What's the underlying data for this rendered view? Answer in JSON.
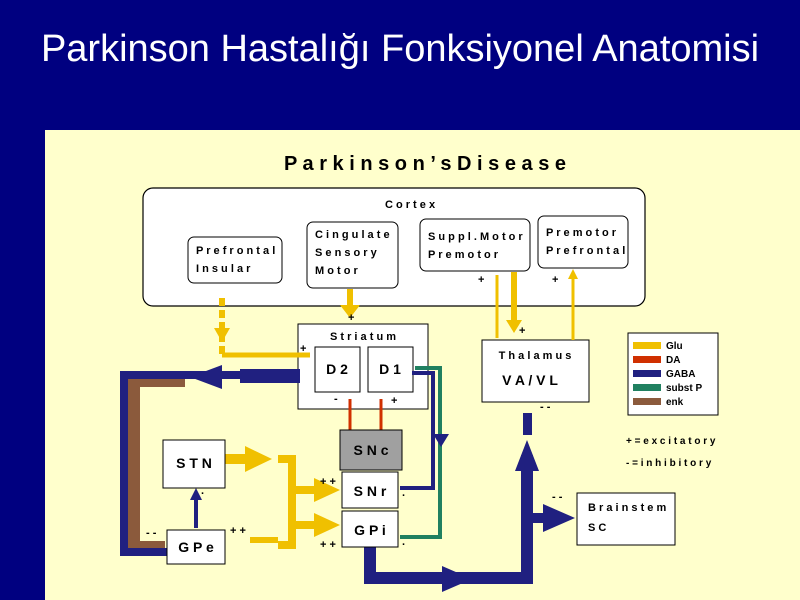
{
  "slide": {
    "title": "Parkinson Hastalığı Fonksiyonel Anatomisi"
  },
  "diagram": {
    "heading": "P a r k i n s o n ’ s   D i s e a s e",
    "cortex": "C o r t e x",
    "prefrontal_1": "P r e f r o n t a l",
    "prefrontal_2": "I n s u l a r",
    "cingulate_1": "C i n g u l a t e",
    "cingulate_2": "S e n s o r y",
    "cingulate_3": "M o t o r",
    "suppl_1": "S u p p l . M o t o r",
    "suppl_2": "P r e m o t o r",
    "premotor_1": "P r e m o t o r",
    "premotor_2": "P r e f r o n t a l",
    "striatum": "S t r i a t u m",
    "d2": "D 2",
    "d1": "D 1",
    "thalamus_1": "T h a l a m u s",
    "thalamus_2": "V A / V L",
    "snc": "S N c",
    "snr": "S N r",
    "gpi": "G P i",
    "stn": "S T N",
    "gpe": "G P e",
    "brainstem_1": "B r a i n s t e m",
    "brainstem_2": "S C",
    "legend": [
      {
        "label": "Glu",
        "color": "#f0c000"
      },
      {
        "label": "DA",
        "color": "#d03000"
      },
      {
        "label": "GABA",
        "color": "#202080"
      },
      {
        "label": "subst P",
        "color": "#208060"
      },
      {
        "label": "enk",
        "color": "#8b5a3c"
      }
    ],
    "note_excitatory": "+ = e x c i t a t o r y",
    "note_inhibitory": "- = i n h i b i t o r y",
    "signs": {
      "plus": "+",
      "minus": "-",
      "plusplus": "+ +",
      "minusminus": "- -",
      "dot": "."
    }
  }
}
